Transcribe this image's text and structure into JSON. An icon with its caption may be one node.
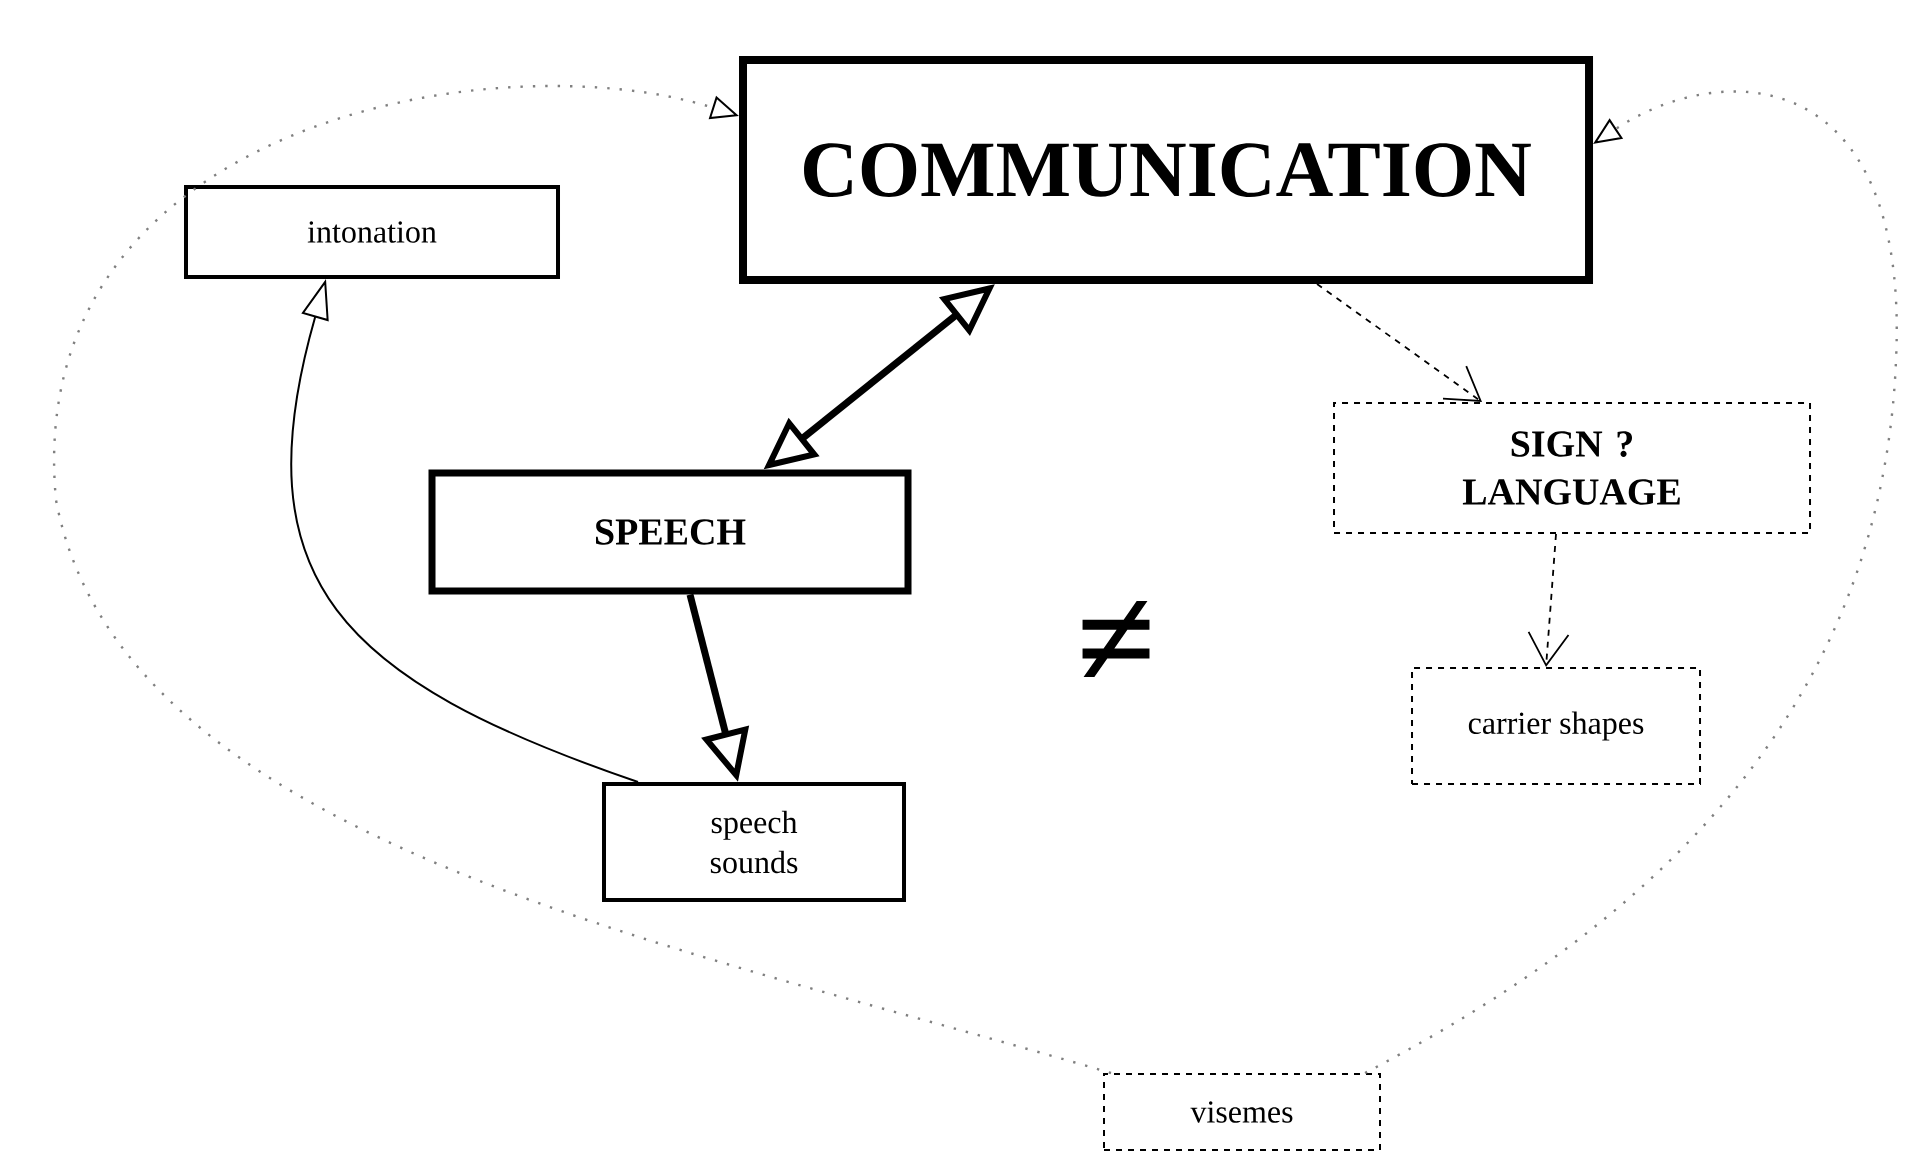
{
  "diagram": {
    "nodes": [
      {
        "text": [
          "COMMUNICATION"
        ]
      },
      {
        "text": [
          "intonation"
        ]
      },
      {
        "text": [
          "SIGN ? LANGUAGE"
        ]
      },
      {
        "text": [
          "SPEECH"
        ]
      },
      {
        "text": [
          "carrier shapes"
        ]
      },
      {
        "text": [
          "speech sounds"
        ]
      },
      {
        "text": [
          "visemes"
        ]
      }
    ],
    "edges": [
      {
        "from": 0,
        "to": 3,
        "arrow": "both",
        "style": "thick"
      },
      {
        "from": 3,
        "to": 5,
        "arrow": "to",
        "style": "thick"
      },
      {
        "from": 5,
        "to": 1,
        "arrow": "to"
      },
      {
        "from": 0,
        "to": 2,
        "arrow": "to",
        "style": "dashed"
      },
      {
        "from": 2,
        "to": 4,
        "arrow": "to",
        "style": "dashed"
      },
      {
        "from": 6,
        "to": 0,
        "arrow": "to",
        "style": "dashed",
        "color": "#808080"
      },
      {
        "from": 6,
        "to": 0,
        "arrow": "to",
        "style": "dashed",
        "color": "#808080"
      }
    ],
    "labels": [
      "≠"
    ]
  }
}
